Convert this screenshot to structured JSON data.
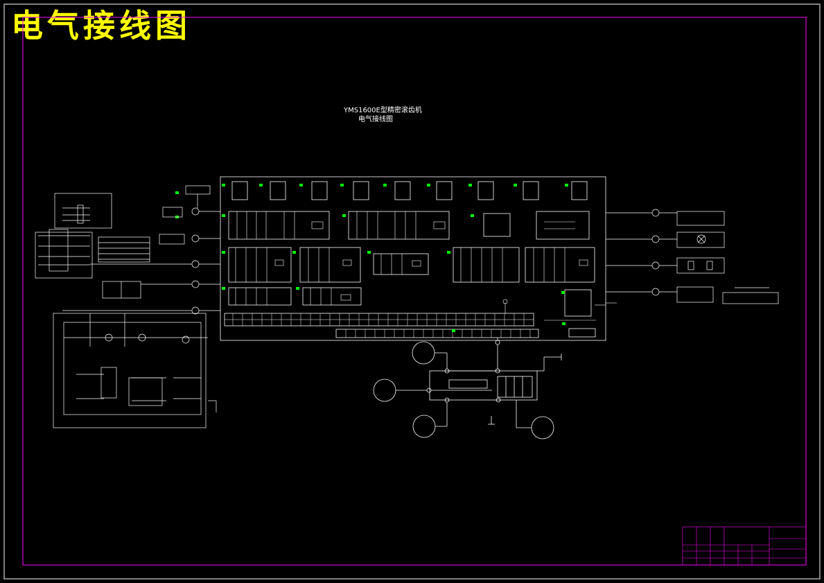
{
  "drawing": {
    "title": "电气接线图",
    "subtitle_line1": "YMS1600E型精密滚齿机",
    "subtitle_line2": "电气接线图"
  },
  "colors": {
    "background": "#000000",
    "frame": "#ff00ff",
    "title": "#ffff00",
    "lines": "#ffffff",
    "indicators": "#00ff00"
  }
}
